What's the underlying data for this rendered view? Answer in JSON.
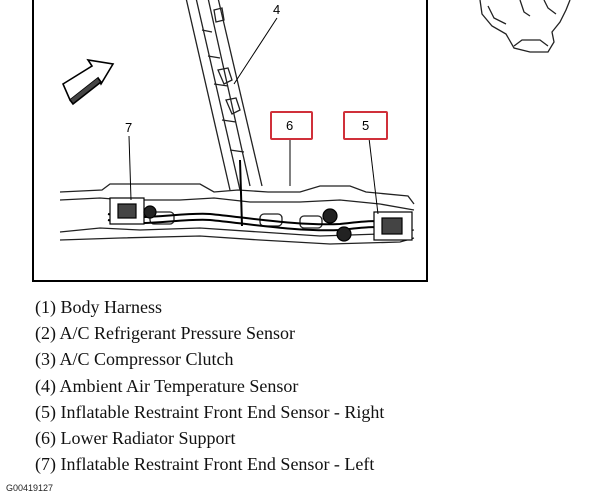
{
  "diagram": {
    "callouts": {
      "c4": "4",
      "c5": "5",
      "c6": "6",
      "c7": "7"
    },
    "highlight_color": "#d0303a"
  },
  "legend": [
    "(1) Body Harness",
    "(2) A/C Refrigerant Pressure Sensor",
    "(3) A/C Compressor Clutch",
    "(4) Ambient Air Temperature Sensor",
    "(5) Inflatable Restraint Front End Sensor - Right",
    "(6) Lower Radiator Support",
    "(7) Inflatable Restraint Front End Sensor - Left"
  ],
  "figure_id": "G00419127"
}
